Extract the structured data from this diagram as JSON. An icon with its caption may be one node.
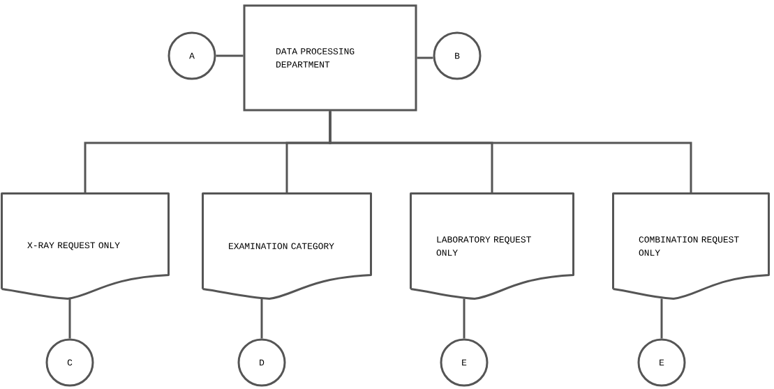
{
  "diagram": {
    "nodes": [
      {
        "text": [
          "A"
        ]
      },
      {
        "text": [
          "DATA PROCESSING DEPARTMENT"
        ]
      },
      {
        "text": [
          "B"
        ]
      },
      {
        "text": [
          "X-RAY REQUEST ONLY"
        ]
      },
      {
        "text": [
          "EXAMINATION CATEGORY"
        ]
      },
      {
        "text": [
          "LABORATORY REQUEST ONLY"
        ]
      },
      {
        "text": [
          "COMBINATION REQUEST ONLY"
        ]
      },
      {
        "text": [
          "C"
        ]
      },
      {
        "text": [
          "D"
        ]
      },
      {
        "text": [
          "E"
        ]
      },
      {
        "text": [
          "E"
        ]
      }
    ],
    "edges": [
      {
        "from": 0,
        "to": 1,
        "arrow": "none"
      },
      {
        "from": 1,
        "to": 2,
        "arrow": "none"
      },
      {
        "from": 1,
        "to": 3,
        "arrow": "none"
      },
      {
        "from": 1,
        "to": 4,
        "arrow": "none"
      },
      {
        "from": 1,
        "to": 5,
        "arrow": "none"
      },
      {
        "from": 1,
        "to": 6,
        "arrow": "none"
      },
      {
        "from": 3,
        "to": 7,
        "arrow": "none"
      },
      {
        "from": 4,
        "to": 8,
        "arrow": "none"
      },
      {
        "from": 5,
        "to": 9,
        "arrow": "none"
      },
      {
        "from": 6,
        "to": 10,
        "arrow": "none"
      }
    ]
  }
}
